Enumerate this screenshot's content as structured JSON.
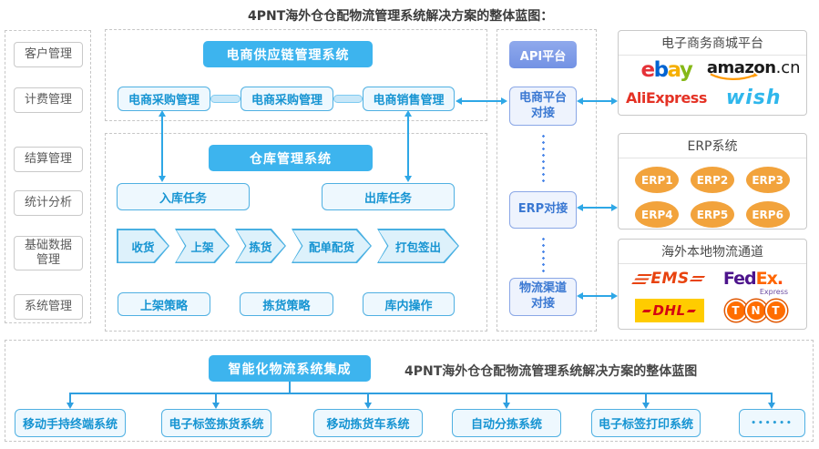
{
  "title": "4PNT海外仓仓配物流管理系统解决方案的整体蓝图：",
  "sidebar": {
    "items": [
      "客户管理",
      "计费管理",
      "结算管理",
      "统计分析",
      "基础数据管理",
      "系统管理"
    ]
  },
  "scm": {
    "header": "电商供应链管理系统",
    "modules": [
      "电商采购管理",
      "电商采购管理",
      "电商销售管理"
    ]
  },
  "wms": {
    "header": "仓库管理系统",
    "inbound": "入库任务",
    "outbound": "出库任务",
    "flow": [
      "收货",
      "上架",
      "拣货",
      "配单配货",
      "打包签出"
    ],
    "strategies": [
      "上架策略",
      "拣货策略",
      "库内操作"
    ]
  },
  "api": {
    "header": "API平台",
    "connectors": [
      "电商平台对接",
      "ERP对接",
      "物流渠道对接"
    ]
  },
  "platforms": {
    "title": "电子商务商城平台",
    "ebay": {
      "letters": [
        "e",
        "b",
        "a",
        "y"
      ],
      "colors": [
        "#e53238",
        "#0064d2",
        "#f5af02",
        "#86b817"
      ]
    },
    "amazon": {
      "word": "amazon",
      "tld": ".cn"
    },
    "aliexpress": "AliExpress",
    "wish": "wish"
  },
  "erp": {
    "title": "ERP系统",
    "items": [
      "ERP1",
      "ERP2",
      "ERP3",
      "ERP4",
      "ERP5",
      "ERP6"
    ]
  },
  "logistics": {
    "title": "海外本地物流通道",
    "ems": "EMS",
    "fedex": {
      "fed": "Fed",
      "ex": "Ex",
      "dot": ".",
      "express": "Express"
    },
    "dhl": "DHL",
    "tnt": [
      "T",
      "N",
      "T"
    ]
  },
  "bottom": {
    "header": "智能化物流系统集成",
    "caption": "4PNT海外仓仓配物流管理系统解决方案的整体蓝图",
    "systems": [
      "移动手持终端系统",
      "电子标签拣货系统",
      "移动拣货车系统",
      "自动分拣系统",
      "电子标签打印系统",
      "••••••"
    ]
  },
  "colors": {
    "header_blue": "#3db4ee",
    "module_fill": "#eef8fe",
    "module_border": "#4fb0e2",
    "module_text": "#1694d2",
    "api_header_blue": "#7e9ce8",
    "api_box_border": "#8aa7e6",
    "api_box_text": "#3a78d2",
    "arrow_cyan": "#2ea7e6",
    "dotted_blue": "#4a86e8",
    "erp_orange": "#f2a33c"
  }
}
